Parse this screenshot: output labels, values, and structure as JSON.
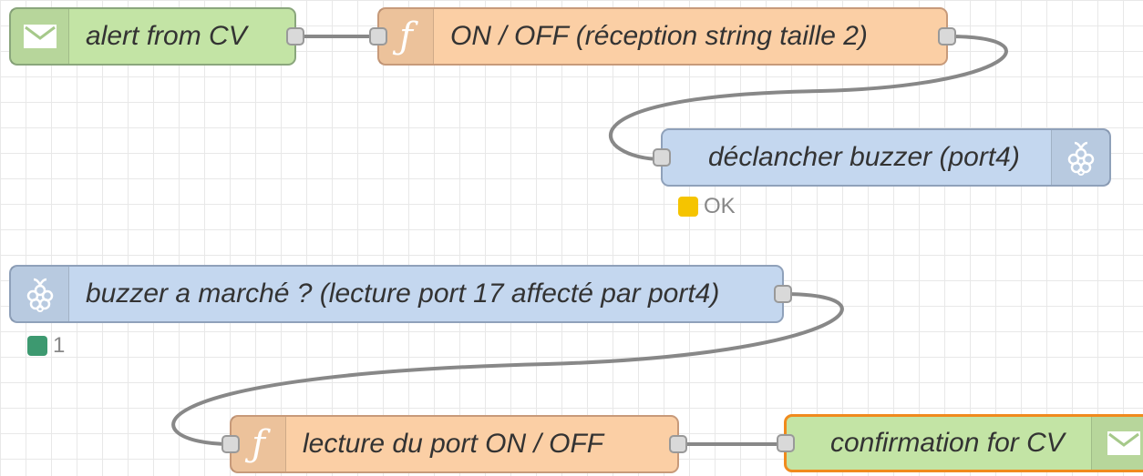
{
  "colors": {
    "inject": "#c3e4a5",
    "function": "#fbcfa5",
    "gpio": "#c4d7ef",
    "wire": "#888888",
    "status_ok": "#f5c400",
    "status_value": "#3d9970",
    "selected": "#f08a1d"
  },
  "nodes": {
    "alert": {
      "label": "alert from CV",
      "icon": "envelope-icon"
    },
    "onoff": {
      "label": "ON / OFF (réception string taille 2)",
      "icon": "function-icon"
    },
    "buzzer_out": {
      "label": "déclancher buzzer (port4)",
      "icon": "raspberry-pi-icon",
      "status": "OK"
    },
    "buzzer_in": {
      "label": "buzzer a marché ? (lecture port 17 affecté par port4)",
      "icon": "raspberry-pi-icon",
      "status": "1"
    },
    "read_port": {
      "label": "lecture du port ON / OFF",
      "icon": "function-icon"
    },
    "confirm": {
      "label": "confirmation for CV",
      "icon": "envelope-icon"
    }
  },
  "glyphs": {
    "function": "ƒ"
  }
}
